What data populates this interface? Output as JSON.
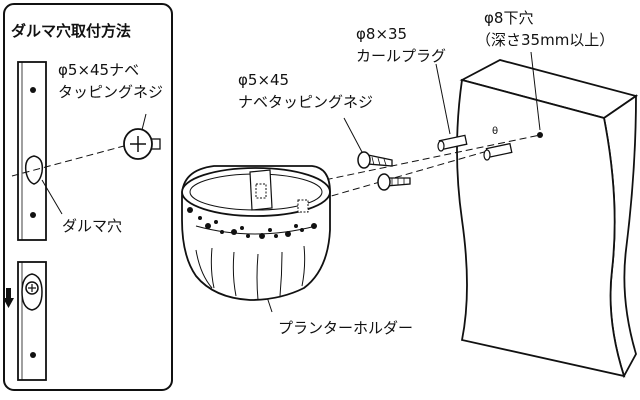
{
  "inset": {
    "title": "ダルマ穴取付方法",
    "screw_label_line1": "φ5×45ナベ",
    "screw_label_line2": "タッピングネジ",
    "keyhole_label": "ダルマ穴"
  },
  "main": {
    "screw_label_line1": "φ5×45",
    "screw_label_line2": "ナベタッピングネジ",
    "plug_label_line1": "φ8×35",
    "plug_label_line2": "カールプラグ",
    "hole_label_line1": "φ8下穴",
    "hole_label_line2": "（深さ35mm以上）",
    "holder_label": "プランターホルダー"
  },
  "colors": {
    "line": "#111111",
    "fill": "#ffffff"
  }
}
